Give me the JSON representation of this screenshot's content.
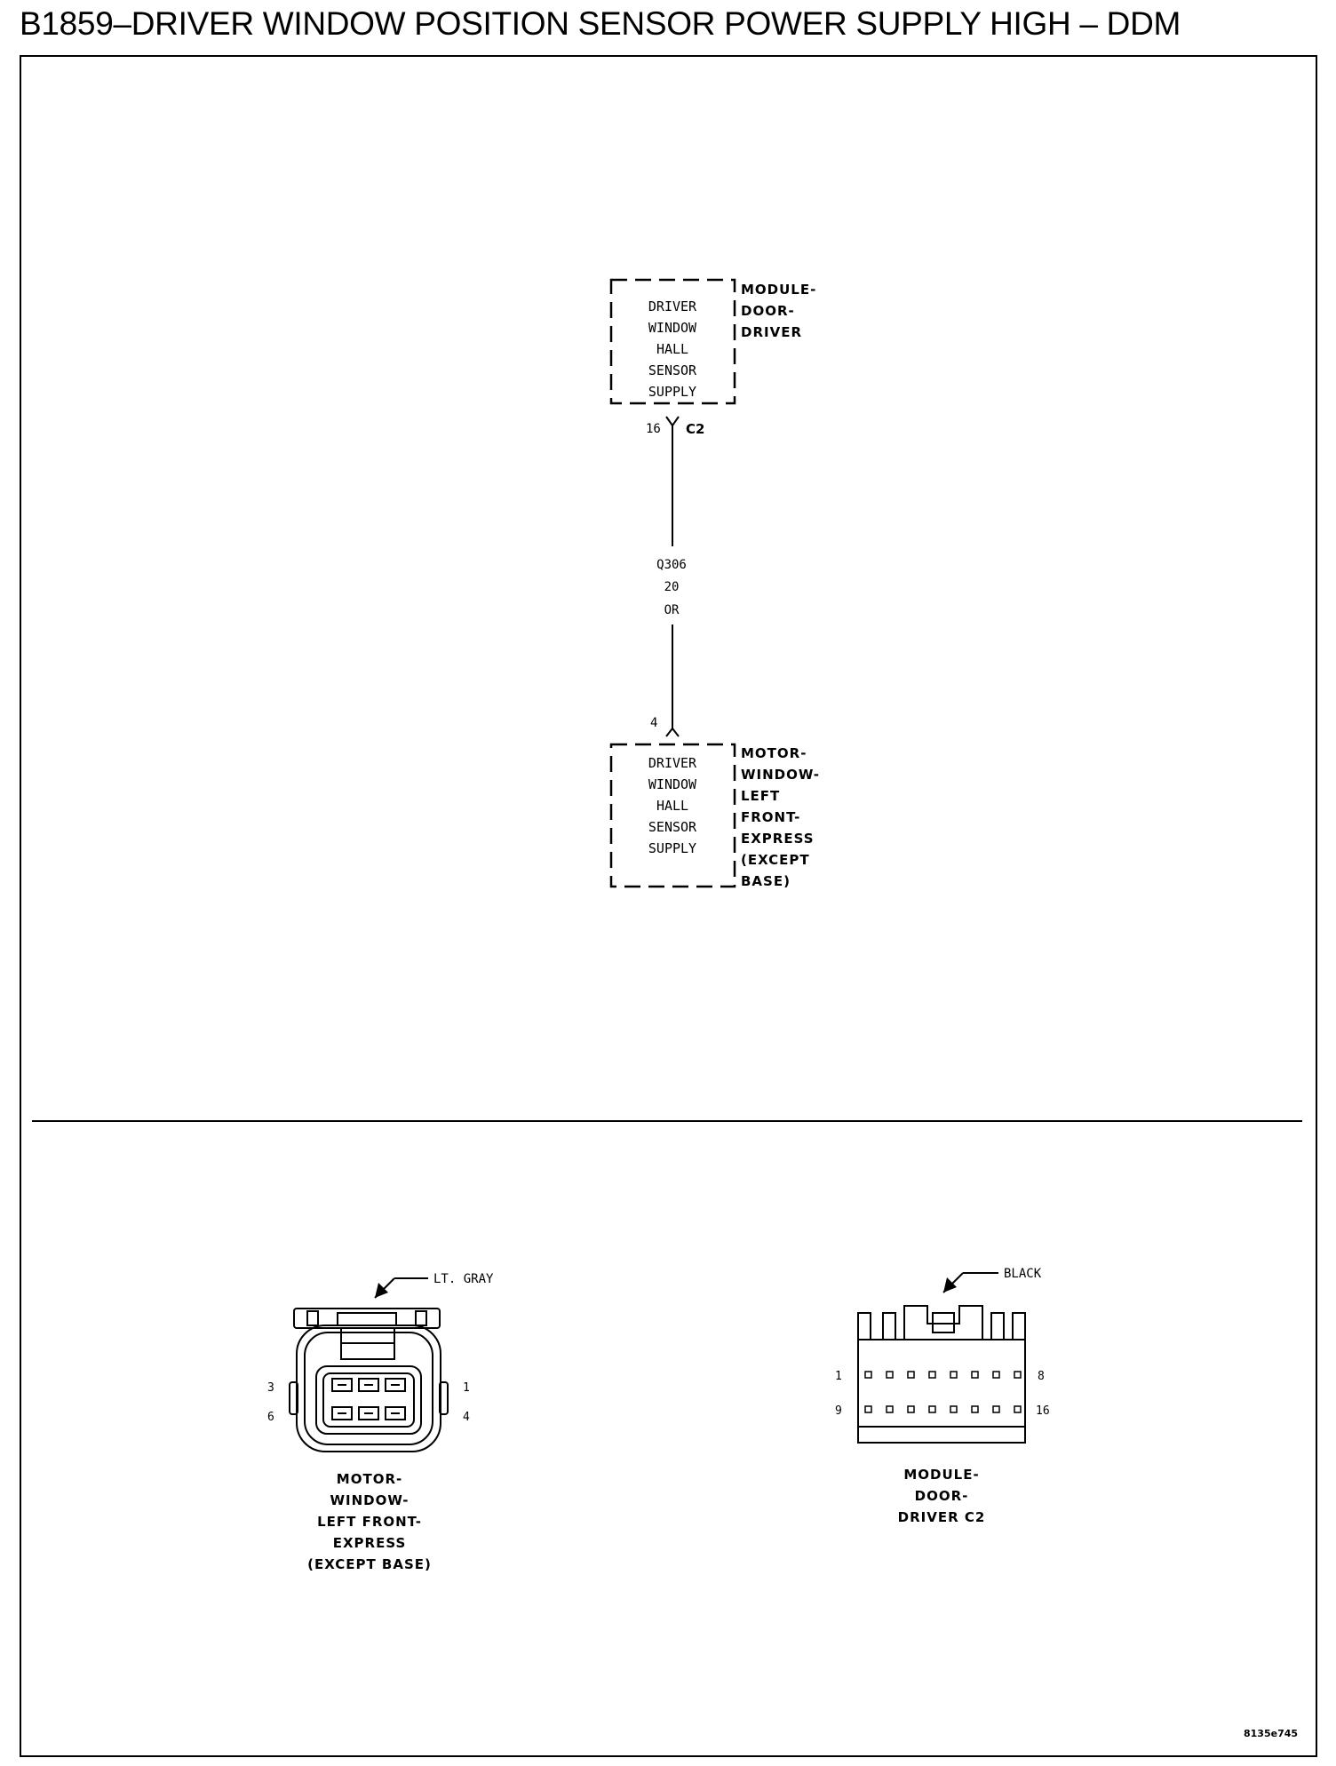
{
  "title": "B1859–DRIVER WINDOW POSITION SENSOR POWER SUPPLY HIGH – DDM",
  "schematic": {
    "top_component": {
      "box_lines": [
        "DRIVER",
        "WINDOW",
        "HALL",
        "SENSOR",
        "SUPPLY"
      ],
      "name_lines": [
        "MODULE-",
        "DOOR-",
        "DRIVER"
      ],
      "pin": "16",
      "connector": "C2"
    },
    "wire": {
      "circuit": "Q306",
      "gauge": "20",
      "color": "OR"
    },
    "bottom_component": {
      "box_lines": [
        "DRIVER",
        "WINDOW",
        "HALL",
        "SENSOR",
        "SUPPLY"
      ],
      "name_lines": [
        "MOTOR-",
        "WINDOW-",
        "LEFT",
        "FRONT-",
        "EXPRESS",
        "(EXCEPT",
        "BASE)"
      ],
      "pin": "4"
    }
  },
  "connector_views": {
    "motor_connector": {
      "color_label": "LT. GRAY",
      "pin_labels": {
        "top_left": "3",
        "bottom_left": "6",
        "top_right": "1",
        "bottom_right": "4"
      },
      "caption_lines": [
        "MOTOR-",
        "WINDOW-",
        "LEFT FRONT-",
        "EXPRESS",
        "(EXCEPT BASE)"
      ]
    },
    "module_connector": {
      "color_label": "BLACK",
      "pin_labels": {
        "top_left": "1",
        "top_right": "8",
        "bottom_left": "9",
        "bottom_right": "16"
      },
      "caption_lines": [
        "MODULE-",
        "DOOR-",
        "DRIVER C2"
      ]
    }
  },
  "figure_id": "8135e745"
}
